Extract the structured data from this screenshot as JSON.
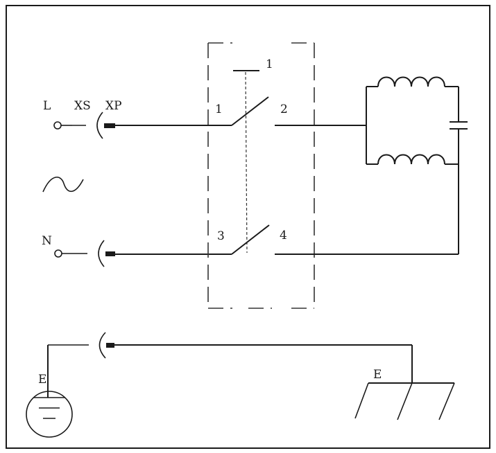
{
  "labels": {
    "line_terminal": "L",
    "neutral_terminal": "N",
    "socket": "XS",
    "plug": "XP",
    "contact_1": "1",
    "contact_2": "2",
    "contact_3": "3",
    "contact_4": "4",
    "switch_actuator": "1",
    "earth_left": "E",
    "earth_right": "E"
  }
}
